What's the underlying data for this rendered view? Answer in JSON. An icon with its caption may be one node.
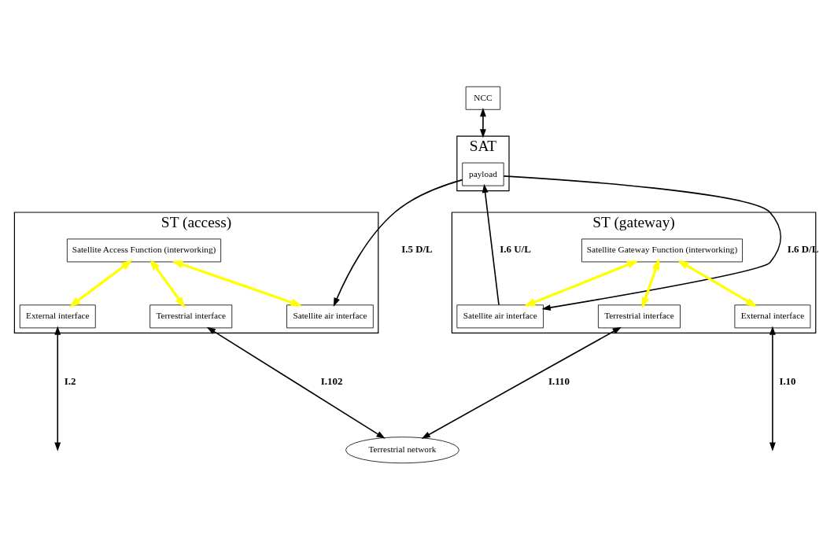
{
  "diagram": {
    "nodes": [
      {
        "text": [
          "NCC"
        ]
      },
      {
        "text": [
          "SAT"
        ]
      },
      {
        "text": [
          "payload"
        ],
        "in": 1
      },
      {
        "text": [
          "ST (access)"
        ]
      },
      {
        "text": [
          "Satellite Access Function (interworking)"
        ],
        "in": 3
      },
      {
        "text": [
          "External interface"
        ],
        "in": 3
      },
      {
        "text": [
          "Terrestrial interface"
        ],
        "in": 3
      },
      {
        "text": [
          "Satellite air interface"
        ],
        "in": 3
      },
      {
        "text": [
          "ST (gateway)"
        ]
      },
      {
        "text": [
          "Satellite Gateway Function (interworking)"
        ],
        "in": 8
      },
      {
        "text": [
          "Satellite air interface"
        ],
        "in": 8
      },
      {
        "text": [
          "Terrestrial interface"
        ],
        "in": 8
      },
      {
        "text": [
          "External interface"
        ],
        "in": 8
      },
      {
        "text": [
          "Terrestrial network"
        ]
      }
    ],
    "edges": [
      {
        "from": 0,
        "to": 1,
        "arrow": "both"
      },
      {
        "from": 4,
        "to": 5,
        "arrow": "both",
        "style": "thick",
        "color": "#ffff00"
      },
      {
        "from": 4,
        "to": 6,
        "arrow": "both",
        "style": "thick",
        "color": "#ffff00"
      },
      {
        "from": 4,
        "to": 7,
        "arrow": "both",
        "style": "thick",
        "color": "#ffff00"
      },
      {
        "from": 9,
        "to": 10,
        "arrow": "both",
        "style": "thick",
        "color": "#ffff00"
      },
      {
        "from": 9,
        "to": 11,
        "arrow": "both",
        "style": "thick",
        "color": "#ffff00"
      },
      {
        "from": 9,
        "to": 12,
        "arrow": "both",
        "style": "thick",
        "color": "#ffff00"
      },
      {
        "from": null,
        "to": 5,
        "arrow": "both",
        "label": "I.2"
      },
      {
        "from": 2,
        "to": 7,
        "arrow": "to",
        "label": "I.5 D/L"
      },
      {
        "from": 10,
        "to": 2,
        "arrow": "to",
        "label": "I.6 U/L"
      },
      {
        "from": 2,
        "to": 10,
        "arrow": "to",
        "label": "I.6 D/L"
      },
      {
        "from": 12,
        "to": null,
        "arrow": "both",
        "label": "I.10"
      },
      {
        "from": 6,
        "to": 13,
        "arrow": "both",
        "label": "I.102"
      },
      {
        "from": 11,
        "to": 13,
        "arrow": "both",
        "label": "I.110"
      }
    ]
  }
}
